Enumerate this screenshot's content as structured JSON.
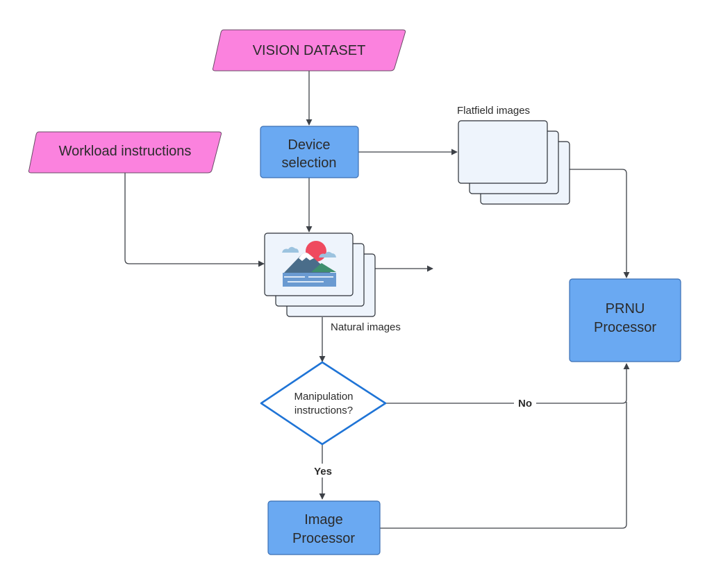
{
  "colors": {
    "process_fill": "#6aa9f2",
    "io_fill": "#fb82de",
    "card_fill": "#eef4fc",
    "decision_stroke": "#1f74d6",
    "edge": "#3d4147"
  },
  "nodes": {
    "vision_dataset": {
      "label": "VISION DATASET",
      "shape": "parallelogram"
    },
    "workload_instructions": {
      "label": "Workload instructions",
      "shape": "parallelogram"
    },
    "device_selection": {
      "line1": "Device",
      "line2": "selection",
      "shape": "process"
    },
    "flatfield_images": {
      "label": "Flatfield images",
      "shape": "document-stack"
    },
    "natural_images": {
      "label": "Natural images",
      "shape": "image-stack",
      "icon": "landscape-mountain-sun-icon"
    },
    "manipulation_decision": {
      "line1": "Manipulation",
      "line2": "instructions?",
      "shape": "decision"
    },
    "image_processor": {
      "line1": "Image",
      "line2": "Processor",
      "shape": "process"
    },
    "prnu_processor": {
      "line1": "PRNU",
      "line2": "Processor",
      "shape": "process"
    }
  },
  "edges": {
    "yes_label": "Yes",
    "no_label": "No"
  }
}
